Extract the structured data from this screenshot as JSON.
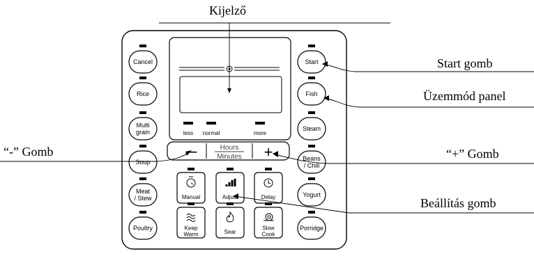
{
  "callouts": {
    "display": "Kijelző",
    "start": "Start gomb",
    "mode_panel": "Üzemmód panel",
    "minus": "“-” Gomb",
    "plus": "“+” Gomb",
    "adjust": "Beállítás gomb"
  },
  "left_buttons": [
    {
      "lines": [
        "Cancel"
      ]
    },
    {
      "lines": [
        "Rice"
      ]
    },
    {
      "lines": [
        "Multi",
        "grain"
      ]
    },
    {
      "lines": [
        "Soup"
      ]
    },
    {
      "lines": [
        "Meat",
        "/ Stew"
      ]
    },
    {
      "lines": [
        "Poultry"
      ]
    }
  ],
  "right_buttons": [
    {
      "lines": [
        "Start"
      ]
    },
    {
      "lines": [
        "Fish"
      ]
    },
    {
      "lines": [
        "Steam"
      ]
    },
    {
      "lines": [
        "Beans",
        "/ Chili"
      ]
    },
    {
      "lines": [
        "Yogurt"
      ]
    },
    {
      "lines": [
        "Porridge"
      ]
    }
  ],
  "pressure_levels": [
    "less",
    "normal",
    "more"
  ],
  "time": {
    "minus": "−",
    "plus": "+",
    "hours": "Hours",
    "minutes": "Minutes"
  },
  "center_buttons": [
    {
      "lines": [
        "Manual"
      ],
      "icon": "timer-icon"
    },
    {
      "lines": [
        "Adjust"
      ],
      "icon": "bars-icon"
    },
    {
      "lines": [
        "Delay"
      ],
      "icon": "clock-icon"
    },
    {
      "lines": [
        "Keep",
        "Warm"
      ],
      "icon": "steam-wave-icon"
    },
    {
      "lines": [
        "Sear"
      ],
      "icon": "flame-icon"
    },
    {
      "lines": [
        "Slow",
        "Cook"
      ],
      "icon": "snail-icon"
    }
  ]
}
